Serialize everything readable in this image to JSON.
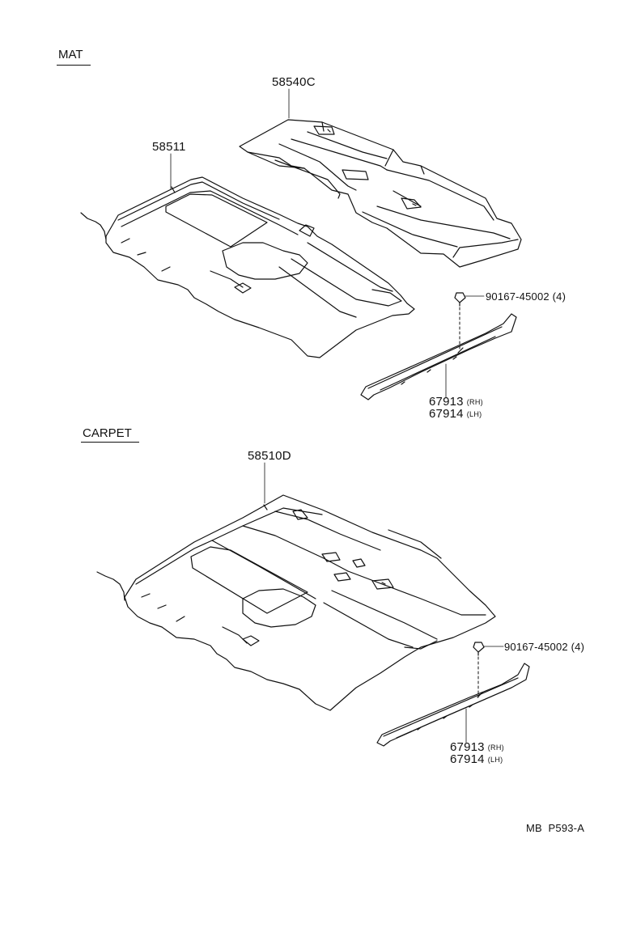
{
  "sections": {
    "mat": "MAT",
    "carpet": "CARPET"
  },
  "mat": {
    "rear_mat_part": "58540C",
    "front_mat_part": "58511",
    "clip_part": "90167-45002 (4)",
    "scuff_rh_part": "67913",
    "scuff_rh_side": "(RH)",
    "scuff_lh_part": "67914",
    "scuff_lh_side": "(LH)"
  },
  "carpet": {
    "carpet_part": "58510D",
    "clip_part": "90167-45002 (4)",
    "scuff_rh_part": "67913",
    "scuff_rh_side": "(RH)",
    "scuff_lh_part": "67914",
    "scuff_lh_side": "(LH)"
  },
  "footer": {
    "code": "MB  P593-A"
  }
}
